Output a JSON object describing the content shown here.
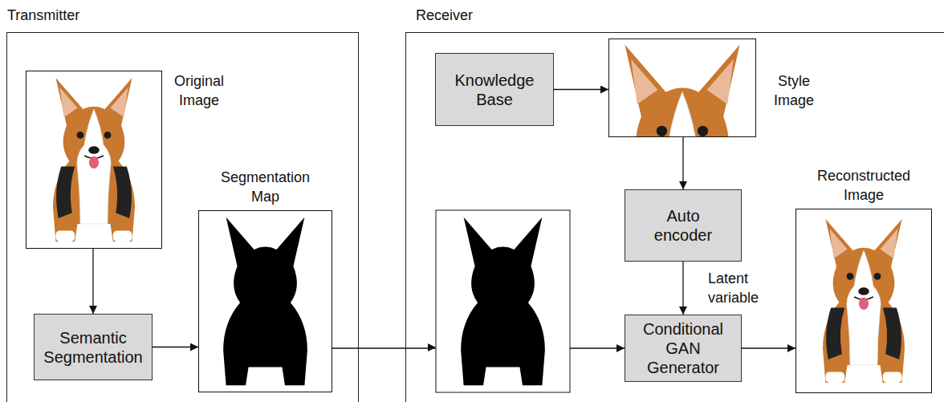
{
  "diagram": {
    "nodes": [
      {
        "text": [
          "Transmitter"
        ]
      },
      {
        "text": [
          "Receiver"
        ]
      },
      {
        "text": [
          "Original Image"
        ],
        "in": 0
      },
      {
        "text": [
          "Semantic Segmentation"
        ],
        "in": 0
      },
      {
        "text": [
          "Segmentation Map"
        ],
        "in": 0
      },
      {
        "text": [
          "Knowledge Base"
        ],
        "in": 1
      },
      {
        "text": [
          "Style Image"
        ],
        "in": 1
      },
      {
        "text": [
          "Auto encoder"
        ],
        "in": 1
      },
      {
        "text": [
          "Conditional GAN Generator"
        ],
        "in": 1
      },
      {
        "text": [
          "Reconstructed Image"
        ],
        "in": 1
      }
    ],
    "edges": [
      {
        "from": 2,
        "to": 3,
        "arrow": "to"
      },
      {
        "from": 3,
        "to": 4,
        "arrow": "to"
      },
      {
        "from": 4,
        "to": 8,
        "arrow": "to"
      },
      {
        "from": 5,
        "to": 6,
        "arrow": "to"
      },
      {
        "from": 6,
        "to": 7,
        "arrow": "to"
      },
      {
        "from": 7,
        "to": 8,
        "label": "Latent variable",
        "arrow": "to"
      },
      {
        "from": 8,
        "to": 9,
        "arrow": "to"
      }
    ]
  }
}
